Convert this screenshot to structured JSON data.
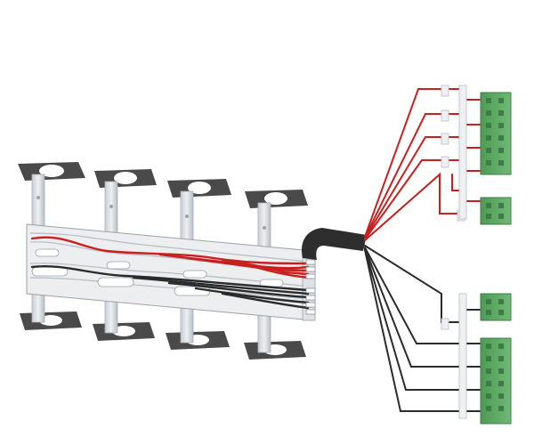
{
  "figure": {
    "subject": "busbar-wiring-kit-with-terminal-connectors",
    "colors": {
      "background": "#ffffff",
      "plate": "#4a4a4a",
      "bracket": "#d9dde2",
      "bracket_shadow": "#a9afb6",
      "rail_body": "#e6e8ea",
      "rail_edge": "#9aa2aa",
      "wire_red": "#c8201f",
      "wire_black": "#2b2b2b",
      "harness": "#2e2e2e",
      "connector_green": "#5fa865",
      "connector_dark": "#3e7c45",
      "insulator": "#eef0f2"
    },
    "components": {
      "mounting_brackets": 4,
      "red_wire_group": 5,
      "black_wire_group": 5,
      "top_connectors": 2,
      "bottom_connectors": 2
    }
  }
}
